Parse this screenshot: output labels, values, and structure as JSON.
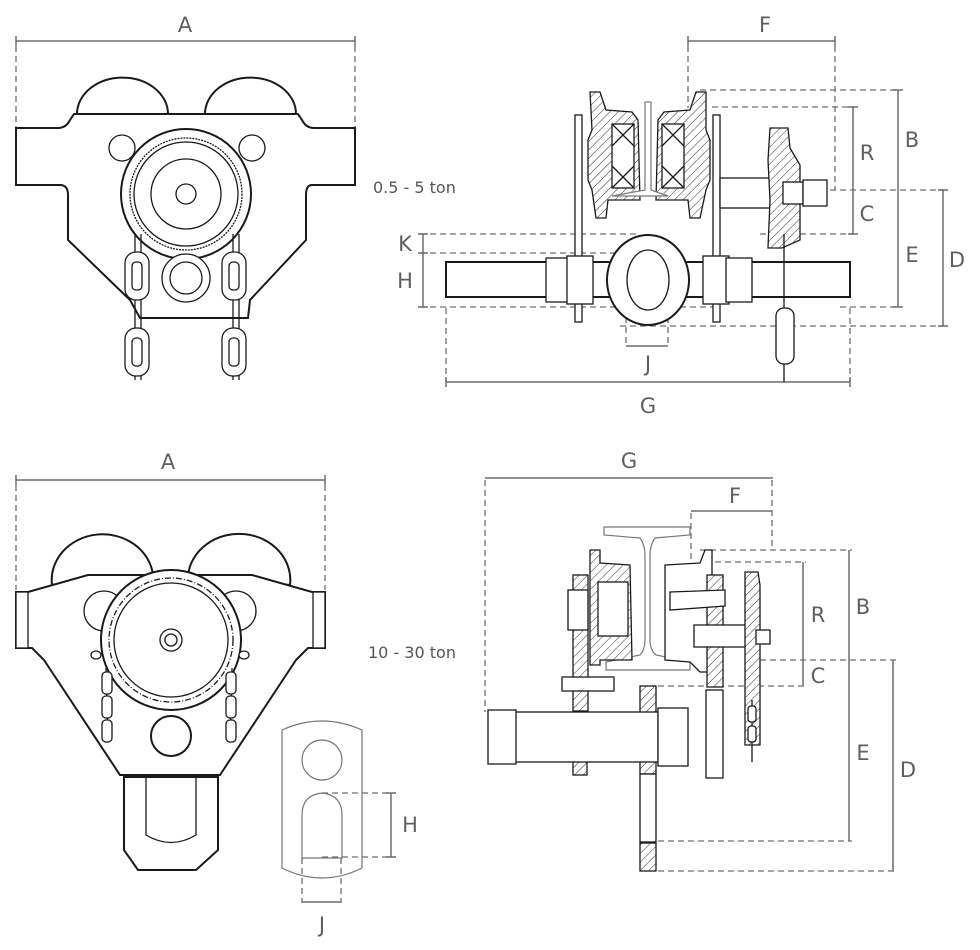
{
  "title": "Trolley dimension drawings",
  "sections": [
    {
      "capacity_label": "0.5 - 5 ton",
      "front_view": {
        "dimension_labels": {
          "width": "A"
        }
      },
      "side_view": {
        "dimension_labels": {
          "flange_offset": "F",
          "top_height": "B",
          "wheel_radius": "R",
          "axle_to_beam": "C",
          "lower_height": "E",
          "overall_drop": "D",
          "eye_top": "K",
          "eye_height": "H",
          "eye_width": "J",
          "overall_width": "G"
        }
      }
    },
    {
      "capacity_label": "10 - 30 ton",
      "front_view": {
        "dimension_labels": {
          "width": "A"
        }
      },
      "eye_detail": {
        "dimension_labels": {
          "slot_height": "H",
          "slot_width": "J"
        }
      },
      "side_view": {
        "dimension_labels": {
          "overall_width": "G",
          "flange_offset": "F",
          "top_height": "B",
          "wheel_radius": "R",
          "axle_to_beam": "C",
          "lower_height": "E",
          "overall_drop": "D"
        }
      }
    }
  ]
}
